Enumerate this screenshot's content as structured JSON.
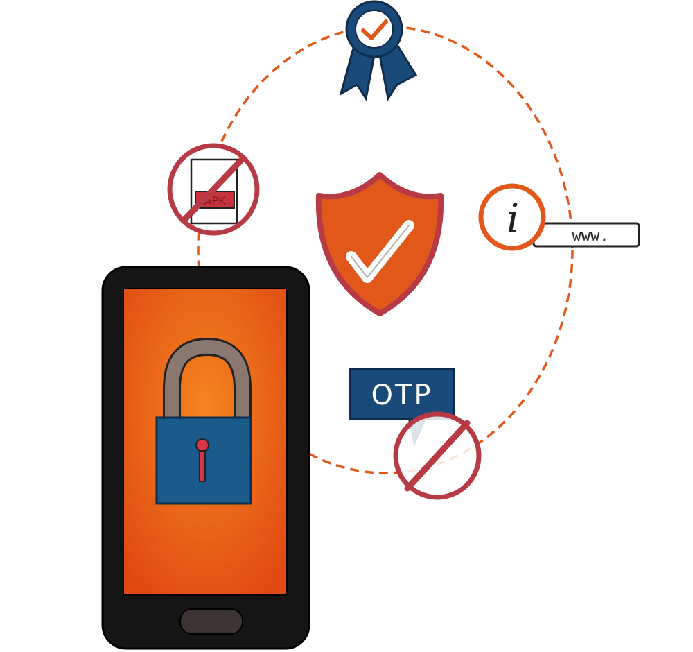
{
  "labels": {
    "apk": "APK",
    "www": "www.",
    "otp": "OTP",
    "info": "i"
  },
  "colors": {
    "orange": "#e2581a",
    "orange_light": "#f07a1c",
    "navy": "#1a4a7a",
    "navy_dark": "#12345a",
    "red": "#b83a45",
    "phone_black": "#151515",
    "lock_shackle": "#8a7870",
    "dash": "#e2581a"
  },
  "icons": {
    "badge": "ribbon-award-icon",
    "shield": "shield-check-icon",
    "no_apk": "no-apk-file-icon",
    "info_url": "info-url-icon",
    "no_otp": "no-otp-icon",
    "phone": "smartphone-icon",
    "lock": "padlock-icon"
  }
}
